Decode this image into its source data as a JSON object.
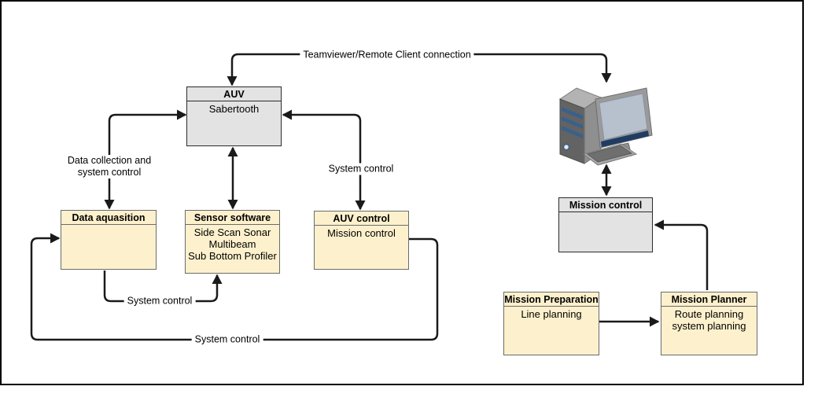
{
  "diagram": {
    "boxes": {
      "auv": {
        "title": "AUV",
        "line1": "Sabertooth"
      },
      "data_acquisition": {
        "title": "Data aquasition"
      },
      "sensor_software": {
        "title": "Sensor software",
        "line1": "Side Scan Sonar",
        "line2": "Multibeam",
        "line3": "Sub Bottom Profiler"
      },
      "auv_control": {
        "title": "AUV control",
        "line1": "Mission control"
      },
      "mission_control": {
        "title": "Mission control"
      },
      "mission_preparation": {
        "title": "Mission Preparation",
        "line1": "Line planning"
      },
      "mission_planner": {
        "title": "Mission Planner",
        "line1": "Route planning",
        "line2": "system planning"
      }
    },
    "edge_labels": {
      "teamviewer": "Teamviewer/Remote Client connection",
      "data_collection": "Data collection and\nsystem control",
      "system_control_auv": "System control",
      "system_control_sensor": "System control",
      "system_control_loop": "System control"
    },
    "icons": {
      "computer": "desktop-computer-icon"
    },
    "colors": {
      "box_tan_fill": "#fdf1cd",
      "box_tan_border": "#6b6b6b",
      "box_gray_fill": "#e3e3e3",
      "box_gray_border": "#2b2b2b",
      "arrow": "#1a1a1a",
      "monitor_screen": "#b7c1ce",
      "monitor_bar": "#1f3d63",
      "tower_stripe": "#38618c"
    }
  }
}
